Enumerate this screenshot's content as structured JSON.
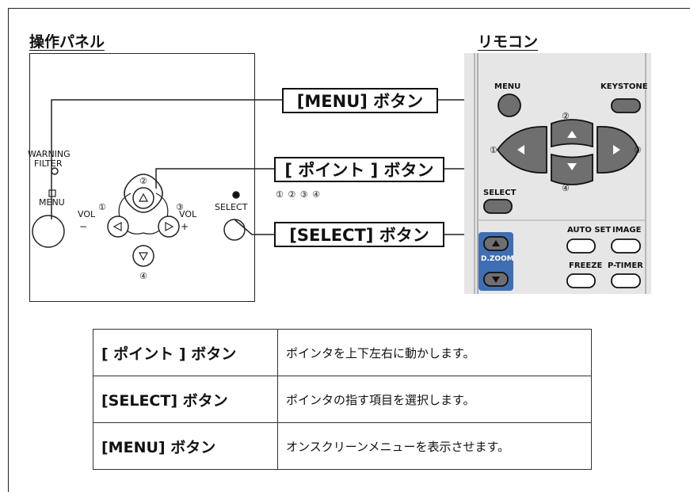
{
  "headings": {
    "panel": "操作パネル",
    "remote": "リモコン"
  },
  "callouts": {
    "menu": "[MENU] ボタン",
    "pointer": "[ ポイント ] ボタン",
    "select": "[SELECT] ボタン"
  },
  "panel": {
    "warning_line1": "WARNING",
    "warning_line2": "FILTER",
    "menu": "MENU",
    "vol_left": "VOL",
    "vol_minus": "−",
    "vol_right": "VOL",
    "vol_plus": "+",
    "select": "SELECT",
    "num1": "①",
    "num2": "②",
    "num3": "③",
    "num4": "④",
    "direction_numbers": "① ② ③ ④"
  },
  "remote": {
    "menu": "MENU",
    "keystone": "KEYSTONE",
    "select": "SELECT",
    "autoset": "AUTO SET",
    "image": "IMAGE",
    "dzoom": "D.ZOOM",
    "freeze": "FREEZE",
    "ptimer": "P-TIMER",
    "num1": "①",
    "num2": "②",
    "num3": "③",
    "num4": "④"
  },
  "table": {
    "rows": [
      {
        "name": "[ ポイント ] ボタン",
        "desc": "ポインタを上下左右に動かします。"
      },
      {
        "name": "[SELECT] ボタン",
        "desc": "ポインタの指す項目を選択します。"
      },
      {
        "name": "[MENU] ボタン",
        "desc": "オンスクリーンメニューを表示させます。"
      }
    ]
  },
  "colors": {
    "remote_body": "#e6e6e6",
    "button_gray": "#6f6f6f",
    "dzoom_blue": "#3f6fb3"
  }
}
